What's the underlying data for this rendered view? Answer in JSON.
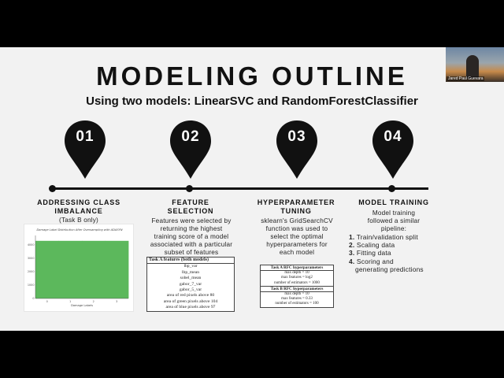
{
  "title": "MODELING OUTLINE",
  "subtitle": "Using two models: LinearSVC and RandomForestClassifier",
  "webcam": {
    "name": "Jared Paul Guevara"
  },
  "steps": [
    {
      "number": "01",
      "heading": [
        "ADDRESSING CLASS",
        "IMBALANCE"
      ],
      "body": [
        "(Task B only)"
      ]
    },
    {
      "number": "02",
      "heading": [
        "FEATURE",
        "SELECTION"
      ],
      "body": [
        "Features were selected by",
        "returning the highest",
        "training score of a model",
        "associated with a particular",
        "subset of features"
      ]
    },
    {
      "number": "03",
      "heading": [
        "HYPERPARAMETER",
        "TUNING"
      ],
      "body": [
        "sklearn's GridSearchCV",
        "function was used to",
        "select the optimal",
        "hyperparameters for",
        "each model"
      ]
    },
    {
      "number": "04",
      "heading": [
        "MODEL TRAINING"
      ],
      "body": [
        "Model training",
        "followed a similar",
        "pipeline:"
      ],
      "list": [
        {
          "num": "1.",
          "text": "Train/validation split"
        },
        {
          "num": "2.",
          "text": "Scaling data"
        },
        {
          "num": "3.",
          "text": "Fitting data"
        },
        {
          "num": "4.",
          "text": "Scoring and",
          "cont": "generating predictions"
        }
      ]
    }
  ],
  "chart_data": {
    "type": "bar",
    "title": "Damage Label Distribution After Oversampling with ADASYN",
    "xlabel": "Damage Labels",
    "ylabel": "",
    "categories": [
      "0",
      "1",
      "2",
      "3"
    ],
    "values": [
      4300,
      4300,
      4300,
      4300
    ],
    "ylim": [
      0,
      4700
    ],
    "yticks": [
      "0",
      "1000",
      "2000",
      "3000",
      "4000"
    ],
    "colors": {
      "bar": "#5cb85c"
    }
  },
  "table_a": {
    "header": "Task A features (both models)",
    "rows": [
      "lbp_var",
      "lbp_mean",
      "sobel_mean",
      "gabor_7_var",
      "gabor_5_var",
      "area of red pixels above 80",
      "area of green pixels above 104",
      "area of blue pixels above 97"
    ]
  },
  "table_b": {
    "groups": [
      {
        "header": "Task A RFC hyperparameters",
        "rows": [
          "max depth = 10",
          "max features = log2",
          "number of estimators = 1000"
        ]
      },
      {
        "header": "Task B RFC hyperparameters",
        "rows": [
          "max depth = 10",
          "max features = 0.33",
          "number of estimators = 100"
        ]
      }
    ]
  }
}
